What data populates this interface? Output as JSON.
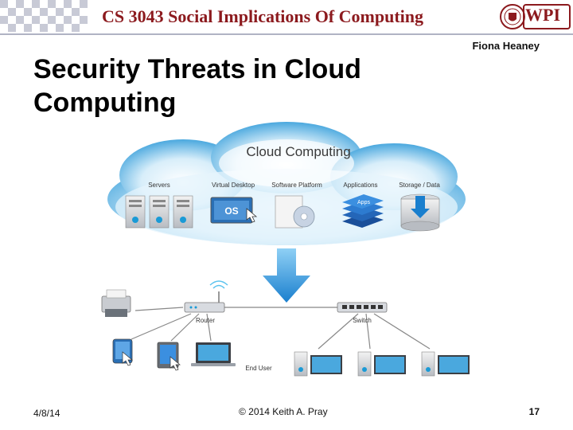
{
  "header": {
    "course_title": "CS 3043 Social Implications Of Computing",
    "logo_text": "WPI"
  },
  "author": "Fiona Heaney",
  "title": "Security Threats in Cloud Computing",
  "diagram": {
    "cloud_label": "Cloud Computing",
    "services": [
      "Servers",
      "Virtual Desktop",
      "Software Platform",
      "Applications",
      "Storage / Data"
    ],
    "os_label": "OS",
    "apps_label": "Apps",
    "router_label": "Router",
    "switch_label": "Switch",
    "end_user_label": "End User"
  },
  "footer": {
    "date": "4/8/14",
    "copyright": "© 2014 Keith A. Pray",
    "page": "17"
  },
  "colors": {
    "accent": "#8c1a1e",
    "cloud": "#4aa8de",
    "arrow": "#2b8fd8"
  }
}
